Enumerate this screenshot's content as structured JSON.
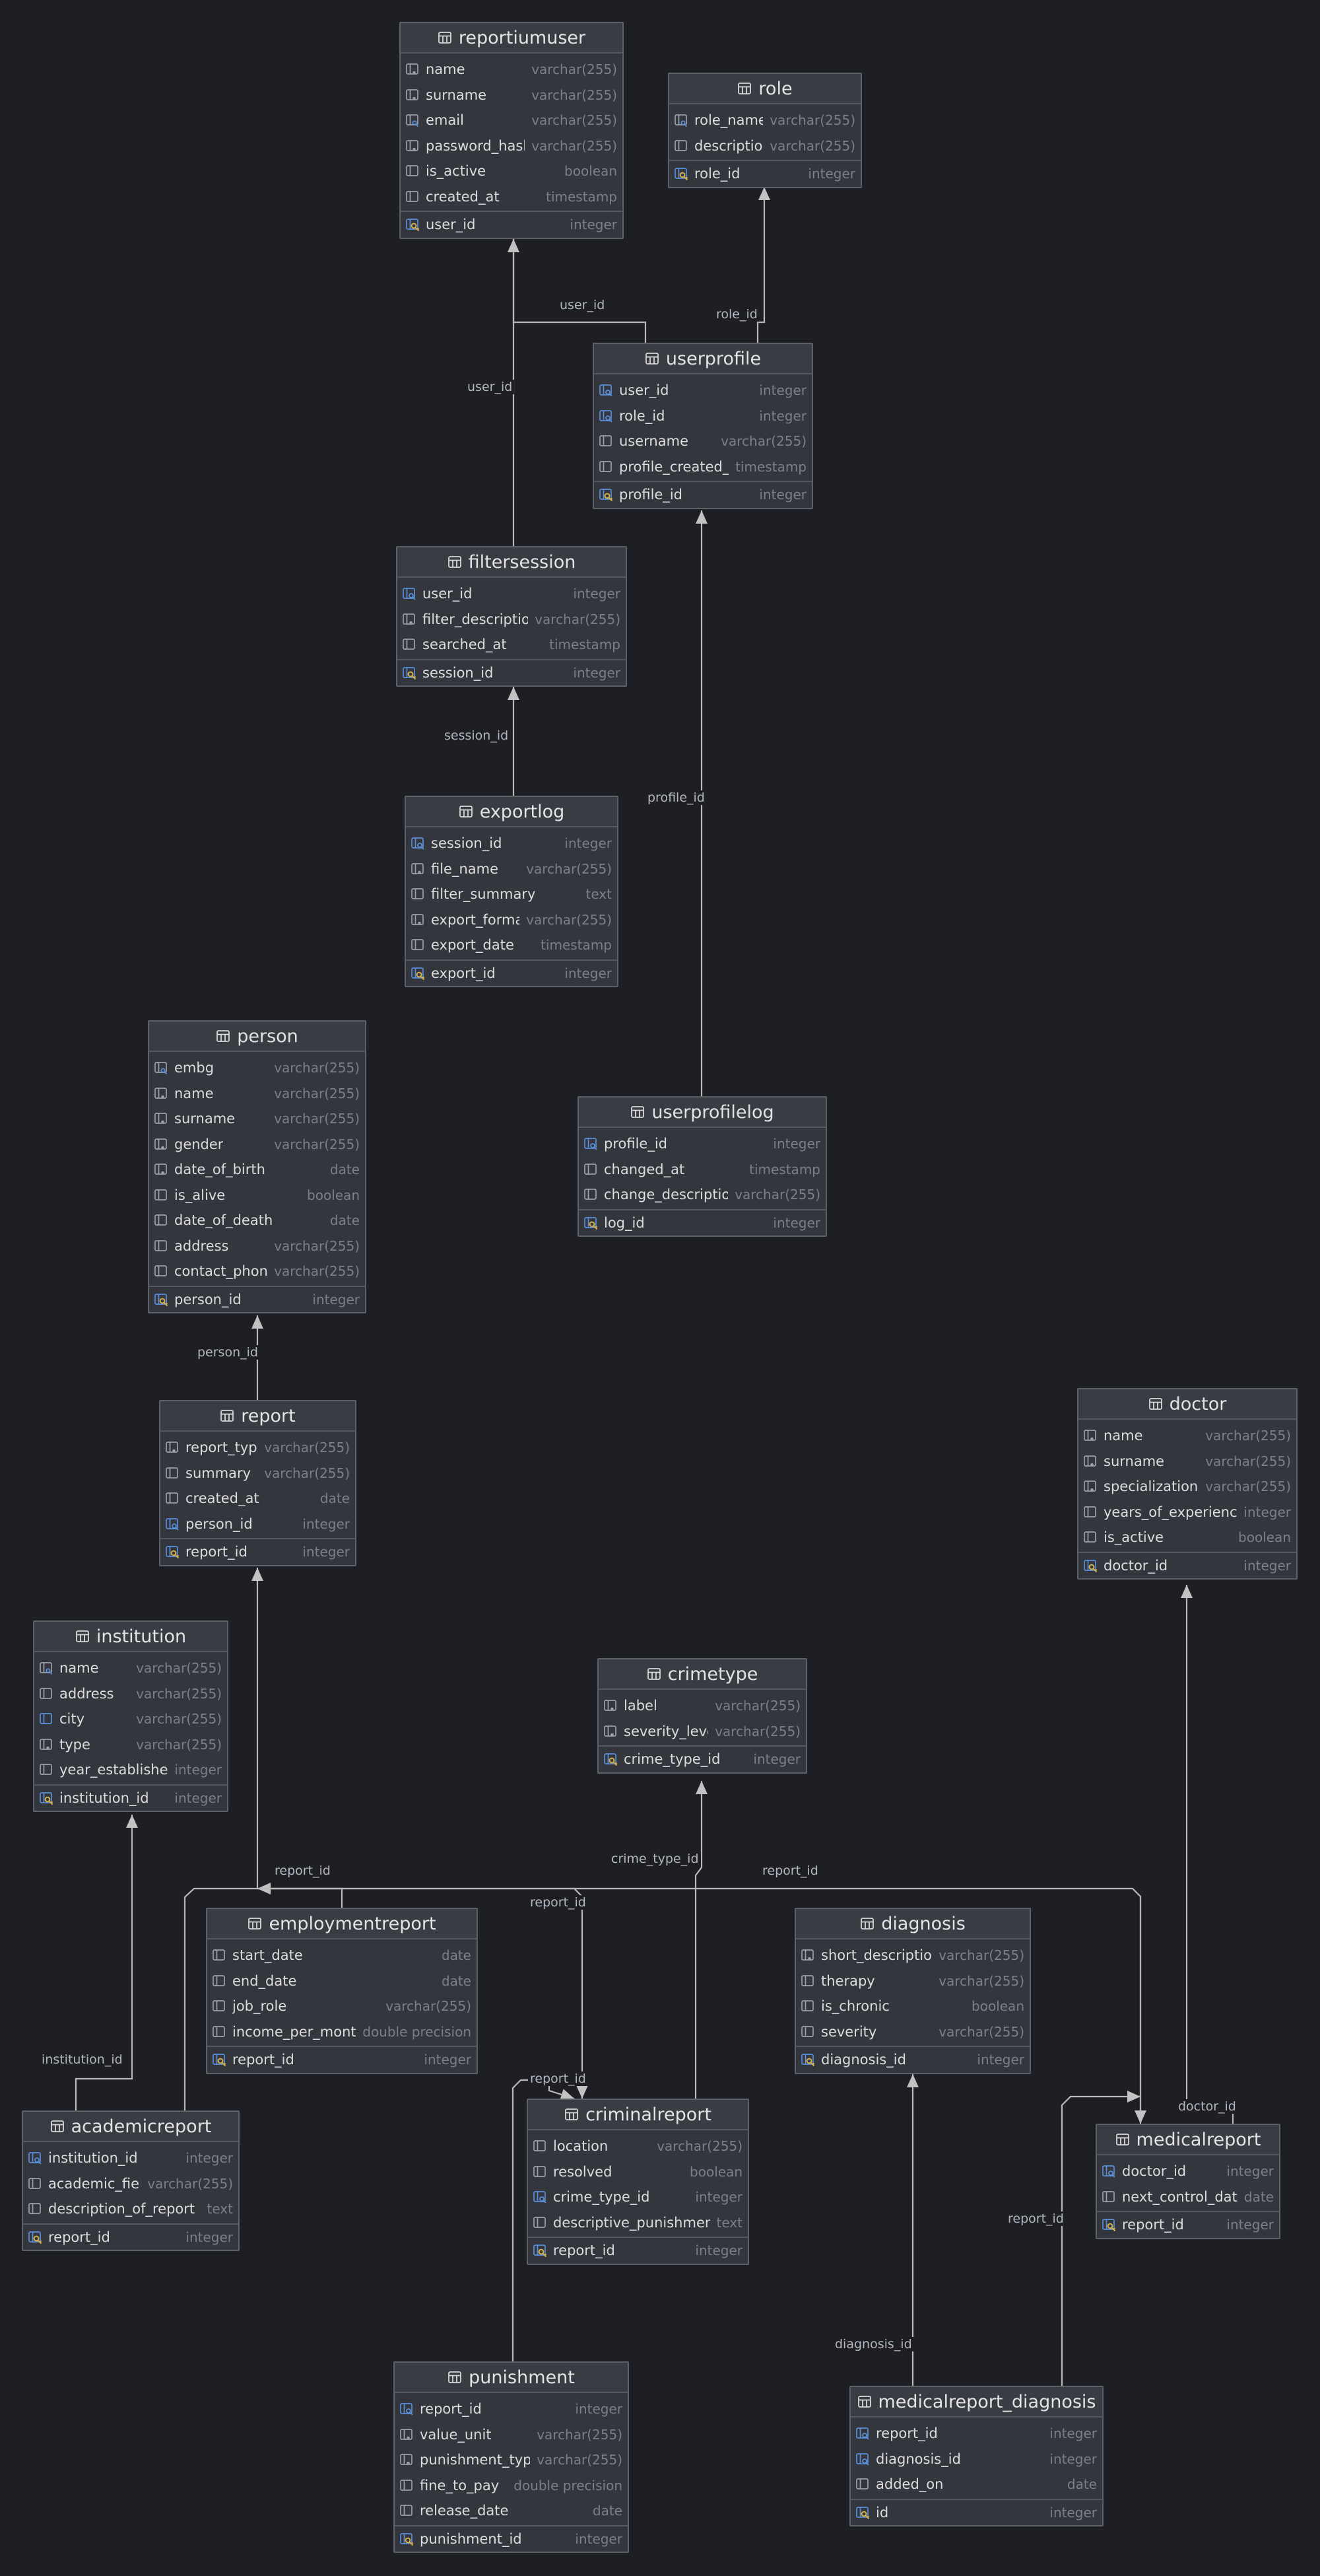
{
  "colors": {
    "background": "#1e1f25",
    "table_fill": "#33363c",
    "table_header": "#393c43",
    "border": "#5e6067",
    "edge": "#b9b9b9",
    "fk_icon_blue": "#5b8fd9",
    "pk_key_gold": "#d6b04a"
  },
  "tables": [
    {
      "id": "reportiumuser",
      "name": "reportiumuser",
      "columns": [
        {
          "name": "name",
          "type": "varchar(255)",
          "icon": "column-notnull-icon"
        },
        {
          "name": "surname",
          "type": "varchar(255)",
          "icon": "column-notnull-icon"
        },
        {
          "name": "email",
          "type": "varchar(255)",
          "icon": "column-unique-icon"
        },
        {
          "name": "password_hash",
          "type": "varchar(255)",
          "icon": "column-notnull-icon"
        },
        {
          "name": "is_active",
          "type": "boolean",
          "icon": "column-icon"
        },
        {
          "name": "created_at",
          "type": "timestamp",
          "icon": "column-icon"
        },
        {
          "name": "user_id",
          "type": "integer",
          "icon": "primary-key-icon",
          "pk": true
        }
      ]
    },
    {
      "id": "role",
      "name": "role",
      "columns": [
        {
          "name": "role_name",
          "type": "varchar(255)",
          "icon": "column-unique-icon"
        },
        {
          "name": "description",
          "type": "varchar(255)",
          "icon": "column-icon"
        },
        {
          "name": "role_id",
          "type": "integer",
          "icon": "primary-key-icon",
          "pk": true
        }
      ]
    },
    {
      "id": "userprofile",
      "name": "userprofile",
      "columns": [
        {
          "name": "user_id",
          "type": "integer",
          "icon": "foreign-key-icon"
        },
        {
          "name": "role_id",
          "type": "integer",
          "icon": "foreign-key-icon"
        },
        {
          "name": "username",
          "type": "varchar(255)",
          "icon": "column-icon"
        },
        {
          "name": "profile_created_at",
          "type": "timestamp",
          "icon": "column-icon"
        },
        {
          "name": "profile_id",
          "type": "integer",
          "icon": "primary-key-icon",
          "pk": true
        }
      ]
    },
    {
      "id": "filtersession",
      "name": "filtersession",
      "columns": [
        {
          "name": "user_id",
          "type": "integer",
          "icon": "foreign-key-icon"
        },
        {
          "name": "filter_description",
          "type": "varchar(255)",
          "icon": "column-notnull-icon"
        },
        {
          "name": "searched_at",
          "type": "timestamp",
          "icon": "column-icon"
        },
        {
          "name": "session_id",
          "type": "integer",
          "icon": "primary-key-icon",
          "pk": true
        }
      ]
    },
    {
      "id": "exportlog",
      "name": "exportlog",
      "columns": [
        {
          "name": "session_id",
          "type": "integer",
          "icon": "foreign-key-icon"
        },
        {
          "name": "file_name",
          "type": "varchar(255)",
          "icon": "column-notnull-icon"
        },
        {
          "name": "filter_summary",
          "type": "text",
          "icon": "column-icon"
        },
        {
          "name": "export_format",
          "type": "varchar(255)",
          "icon": "column-notnull-icon"
        },
        {
          "name": "export_date",
          "type": "timestamp",
          "icon": "column-icon"
        },
        {
          "name": "export_id",
          "type": "integer",
          "icon": "primary-key-icon",
          "pk": true
        }
      ]
    },
    {
      "id": "person",
      "name": "person",
      "columns": [
        {
          "name": "embg",
          "type": "varchar(255)",
          "icon": "column-unique-icon"
        },
        {
          "name": "name",
          "type": "varchar(255)",
          "icon": "column-notnull-icon"
        },
        {
          "name": "surname",
          "type": "varchar(255)",
          "icon": "column-notnull-icon"
        },
        {
          "name": "gender",
          "type": "varchar(255)",
          "icon": "column-notnull-icon"
        },
        {
          "name": "date_of_birth",
          "type": "date",
          "icon": "column-notnull-icon"
        },
        {
          "name": "is_alive",
          "type": "boolean",
          "icon": "column-icon"
        },
        {
          "name": "date_of_death",
          "type": "date",
          "icon": "column-icon"
        },
        {
          "name": "address",
          "type": "varchar(255)",
          "icon": "column-icon"
        },
        {
          "name": "contact_phone",
          "type": "varchar(255)",
          "icon": "column-icon"
        },
        {
          "name": "person_id",
          "type": "integer",
          "icon": "primary-key-icon",
          "pk": true
        }
      ]
    },
    {
      "id": "userprofilelog",
      "name": "userprofilelog",
      "columns": [
        {
          "name": "profile_id",
          "type": "integer",
          "icon": "foreign-key-icon"
        },
        {
          "name": "changed_at",
          "type": "timestamp",
          "icon": "column-icon"
        },
        {
          "name": "change_description",
          "type": "varchar(255)",
          "icon": "column-icon"
        },
        {
          "name": "log_id",
          "type": "integer",
          "icon": "primary-key-icon",
          "pk": true
        }
      ]
    },
    {
      "id": "report",
      "name": "report",
      "columns": [
        {
          "name": "report_type",
          "type": "varchar(255)",
          "icon": "column-notnull-icon"
        },
        {
          "name": "summary",
          "type": "varchar(255)",
          "icon": "column-icon"
        },
        {
          "name": "created_at",
          "type": "date",
          "icon": "column-icon"
        },
        {
          "name": "person_id",
          "type": "integer",
          "icon": "foreign-key-icon"
        },
        {
          "name": "report_id",
          "type": "integer",
          "icon": "primary-key-icon",
          "pk": true
        }
      ]
    },
    {
      "id": "doctor",
      "name": "doctor",
      "columns": [
        {
          "name": "name",
          "type": "varchar(255)",
          "icon": "column-notnull-icon"
        },
        {
          "name": "surname",
          "type": "varchar(255)",
          "icon": "column-notnull-icon"
        },
        {
          "name": "specialization",
          "type": "varchar(255)",
          "icon": "column-notnull-icon"
        },
        {
          "name": "years_of_experience",
          "type": "integer",
          "icon": "column-icon"
        },
        {
          "name": "is_active",
          "type": "boolean",
          "icon": "column-icon"
        },
        {
          "name": "doctor_id",
          "type": "integer",
          "icon": "primary-key-icon",
          "pk": true
        }
      ]
    },
    {
      "id": "institution",
      "name": "institution",
      "columns": [
        {
          "name": "name",
          "type": "varchar(255)",
          "icon": "column-unique-icon"
        },
        {
          "name": "address",
          "type": "varchar(255)",
          "icon": "column-icon"
        },
        {
          "name": "city",
          "type": "varchar(255)",
          "icon": "column-index-icon"
        },
        {
          "name": "type",
          "type": "varchar(255)",
          "icon": "column-notnull-icon"
        },
        {
          "name": "year_established",
          "type": "integer",
          "icon": "column-icon"
        },
        {
          "name": "institution_id",
          "type": "integer",
          "icon": "primary-key-icon",
          "pk": true
        }
      ]
    },
    {
      "id": "crimetype",
      "name": "crimetype",
      "columns": [
        {
          "name": "label",
          "type": "varchar(255)",
          "icon": "column-notnull-icon"
        },
        {
          "name": "severity_level",
          "type": "varchar(255)",
          "icon": "column-notnull-icon"
        },
        {
          "name": "crime_type_id",
          "type": "integer",
          "icon": "primary-key-icon",
          "pk": true
        }
      ]
    },
    {
      "id": "employmentreport",
      "name": "employmentreport",
      "columns": [
        {
          "name": "start_date",
          "type": "date",
          "icon": "column-icon"
        },
        {
          "name": "end_date",
          "type": "date",
          "icon": "column-icon"
        },
        {
          "name": "job_role",
          "type": "varchar(255)",
          "icon": "column-icon"
        },
        {
          "name": "income_per_month",
          "type": "double precision",
          "icon": "column-icon"
        },
        {
          "name": "report_id",
          "type": "integer",
          "icon": "primary-key-icon",
          "pk": true
        }
      ]
    },
    {
      "id": "diagnosis",
      "name": "diagnosis",
      "columns": [
        {
          "name": "short_description",
          "type": "varchar(255)",
          "icon": "column-notnull-icon"
        },
        {
          "name": "therapy",
          "type": "varchar(255)",
          "icon": "column-icon"
        },
        {
          "name": "is_chronic",
          "type": "boolean",
          "icon": "column-icon"
        },
        {
          "name": "severity",
          "type": "varchar(255)",
          "icon": "column-icon"
        },
        {
          "name": "diagnosis_id",
          "type": "integer",
          "icon": "primary-key-icon",
          "pk": true
        }
      ]
    },
    {
      "id": "academicreport",
      "name": "academicreport",
      "columns": [
        {
          "name": "institution_id",
          "type": "integer",
          "icon": "foreign-key-icon"
        },
        {
          "name": "academic_field",
          "type": "varchar(255)",
          "icon": "column-icon"
        },
        {
          "name": "description_of_report",
          "type": "text",
          "icon": "column-icon"
        },
        {
          "name": "report_id",
          "type": "integer",
          "icon": "primary-key-icon",
          "pk": true
        }
      ]
    },
    {
      "id": "criminalreport",
      "name": "criminalreport",
      "columns": [
        {
          "name": "location",
          "type": "varchar(255)",
          "icon": "column-icon"
        },
        {
          "name": "resolved",
          "type": "boolean",
          "icon": "column-icon"
        },
        {
          "name": "crime_type_id",
          "type": "integer",
          "icon": "foreign-key-icon"
        },
        {
          "name": "descriptive_punishment",
          "type": "text",
          "icon": "column-icon"
        },
        {
          "name": "report_id",
          "type": "integer",
          "icon": "primary-key-icon",
          "pk": true
        }
      ]
    },
    {
      "id": "medicalreport",
      "name": "medicalreport",
      "columns": [
        {
          "name": "doctor_id",
          "type": "integer",
          "icon": "foreign-key-icon"
        },
        {
          "name": "next_control_date",
          "type": "date",
          "icon": "column-icon"
        },
        {
          "name": "report_id",
          "type": "integer",
          "icon": "primary-key-icon",
          "pk": true
        }
      ]
    },
    {
      "id": "punishment",
      "name": "punishment",
      "columns": [
        {
          "name": "report_id",
          "type": "integer",
          "icon": "foreign-key-icon"
        },
        {
          "name": "value_unit",
          "type": "varchar(255)",
          "icon": "column-notnull-icon"
        },
        {
          "name": "punishment_type",
          "type": "varchar(255)",
          "icon": "column-notnull-icon"
        },
        {
          "name": "fine_to_pay",
          "type": "double precision",
          "icon": "column-icon"
        },
        {
          "name": "release_date",
          "type": "date",
          "icon": "column-icon"
        },
        {
          "name": "punishment_id",
          "type": "integer",
          "icon": "primary-key-icon",
          "pk": true
        }
      ]
    },
    {
      "id": "medicalreport_diagnosis",
      "name": "medicalreport_diagnosis",
      "columns": [
        {
          "name": "report_id",
          "type": "integer",
          "icon": "foreign-key-icon"
        },
        {
          "name": "diagnosis_id",
          "type": "integer",
          "icon": "foreign-key-icon"
        },
        {
          "name": "added_on",
          "type": "date",
          "icon": "column-icon"
        },
        {
          "name": "id",
          "type": "integer",
          "icon": "primary-key-icon",
          "pk": true
        }
      ]
    }
  ],
  "relations": [
    {
      "id": "userprofile-user",
      "from": "userprofile",
      "to": "reportiumuser",
      "label": "user_id"
    },
    {
      "id": "userprofile-role",
      "from": "userprofile",
      "to": "role",
      "label": "role_id"
    },
    {
      "id": "filtersession-user",
      "from": "filtersession",
      "to": "reportiumuser",
      "label": "user_id"
    },
    {
      "id": "exportlog-session",
      "from": "exportlog",
      "to": "filtersession",
      "label": "session_id"
    },
    {
      "id": "userprofilelog-profile",
      "from": "userprofilelog",
      "to": "userprofile",
      "label": "profile_id"
    },
    {
      "id": "report-person",
      "from": "report",
      "to": "person",
      "label": "person_id"
    },
    {
      "id": "academic-institution",
      "from": "academicreport",
      "to": "institution",
      "label": "institution_id"
    },
    {
      "id": "academic-report",
      "from": "academicreport",
      "to": "report",
      "label": "report_id"
    },
    {
      "id": "employment-report",
      "from": "employmentreport",
      "to": "report",
      "label": "report_id"
    },
    {
      "id": "criminal-report",
      "from": "criminalreport",
      "to": "report",
      "label": "report_id"
    },
    {
      "id": "medical-report",
      "from": "medicalreport",
      "to": "report",
      "label": "report_id"
    },
    {
      "id": "criminal-crimetype",
      "from": "criminalreport",
      "to": "crimetype",
      "label": "crime_type_id"
    },
    {
      "id": "medical-doctor",
      "from": "medicalreport",
      "to": "doctor",
      "label": "doctor_id"
    },
    {
      "id": "punishment-criminal",
      "from": "punishment",
      "to": "criminalreport",
      "label": "report_id"
    },
    {
      "id": "mrd-diagnosis",
      "from": "medicalreport_diagnosis",
      "to": "diagnosis",
      "label": "diagnosis_id"
    },
    {
      "id": "mrd-medical",
      "from": "medicalreport_diagnosis",
      "to": "medicalreport",
      "label": "report_id"
    }
  ]
}
